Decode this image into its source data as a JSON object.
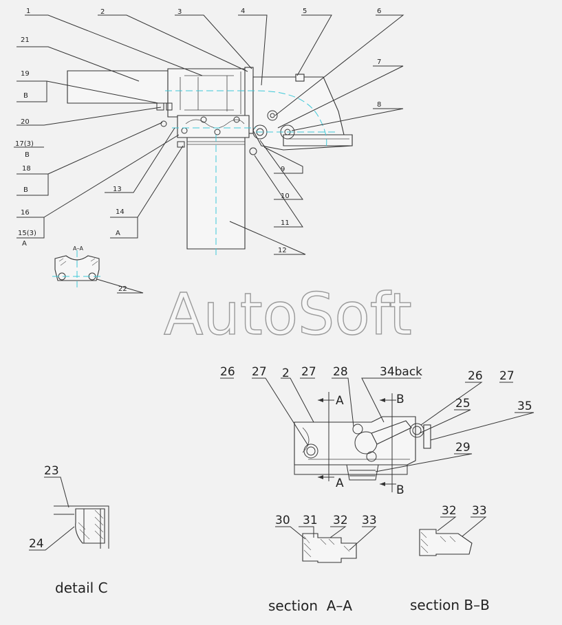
{
  "watermark": "AutoSoft",
  "callouts_top": [
    "1",
    "2",
    "3",
    "4",
    "5",
    "6",
    "7",
    "8",
    "9",
    "10",
    "11",
    "12",
    "13",
    "14",
    "A",
    "15(3)",
    "A",
    "16",
    "17(3)",
    "B",
    "18",
    "B",
    "19",
    "B",
    "20",
    "21",
    "22"
  ],
  "section_mark_top": "A–A",
  "callouts_bottom": [
    "26",
    "27",
    "2",
    "27",
    "28",
    "34back",
    "26",
    "27",
    "25",
    "35",
    "29",
    "A",
    "A",
    "B",
    "B"
  ],
  "callouts_detail": [
    "23",
    "24",
    "30",
    "31",
    "32",
    "33",
    "32",
    "33"
  ],
  "captions": [
    "detail C",
    "section  A–A",
    "section B–B"
  ],
  "colors": {
    "line": "#333333",
    "centerline": "#3cc8d8",
    "background": "#f2f2f2"
  }
}
